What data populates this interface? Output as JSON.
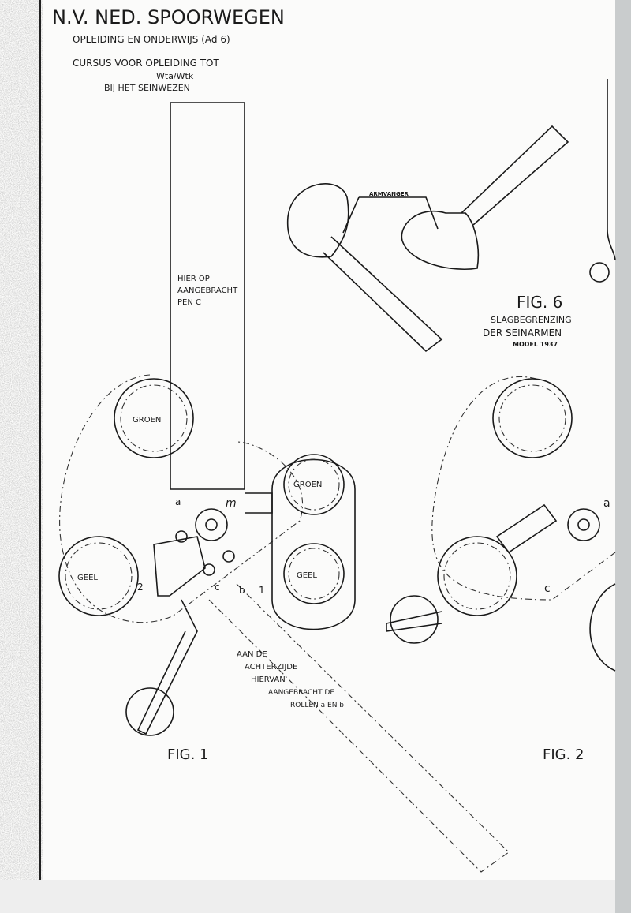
{
  "header": {
    "title": "N.V. NED. SPOORWEGEN",
    "subtitle": "OPLEIDING EN ONDERWIJS (Ad 6)",
    "course_line1": "CURSUS VOOR OPLEIDING TOT",
    "course_line2": "Wta/Wtk",
    "course_line3": "BIJ HET SEINWEZEN"
  },
  "fig1": {
    "label": "FIG. 1",
    "pen_note": [
      "HIER OP",
      "AANGEBRACHT",
      "PEN C"
    ],
    "lamp_top_left": "GROEN",
    "lamp_bottom_left": "GEEL",
    "lamp_top_right": "GROEN",
    "lamp_bottom_right": "GEEL",
    "markers": {
      "a": "a",
      "m": "m",
      "two": "2",
      "c": "c",
      "b": "b",
      "one": "1"
    },
    "rear_note": [
      "AAN DE",
      "ACHTERZIJDE",
      "HIERVAN",
      "AANGEBRACHT DE",
      "ROLLEN a EN b"
    ]
  },
  "fig2": {
    "label": "FIG. 2",
    "marker_a": "a",
    "marker_c": "c"
  },
  "fig6": {
    "label": "FIG. 6",
    "caption1": "SLAGBEGRENZING",
    "caption2": "DER SEINARMEN",
    "caption3": "MODEL 1937",
    "armvanger": "ARMVANGER"
  }
}
